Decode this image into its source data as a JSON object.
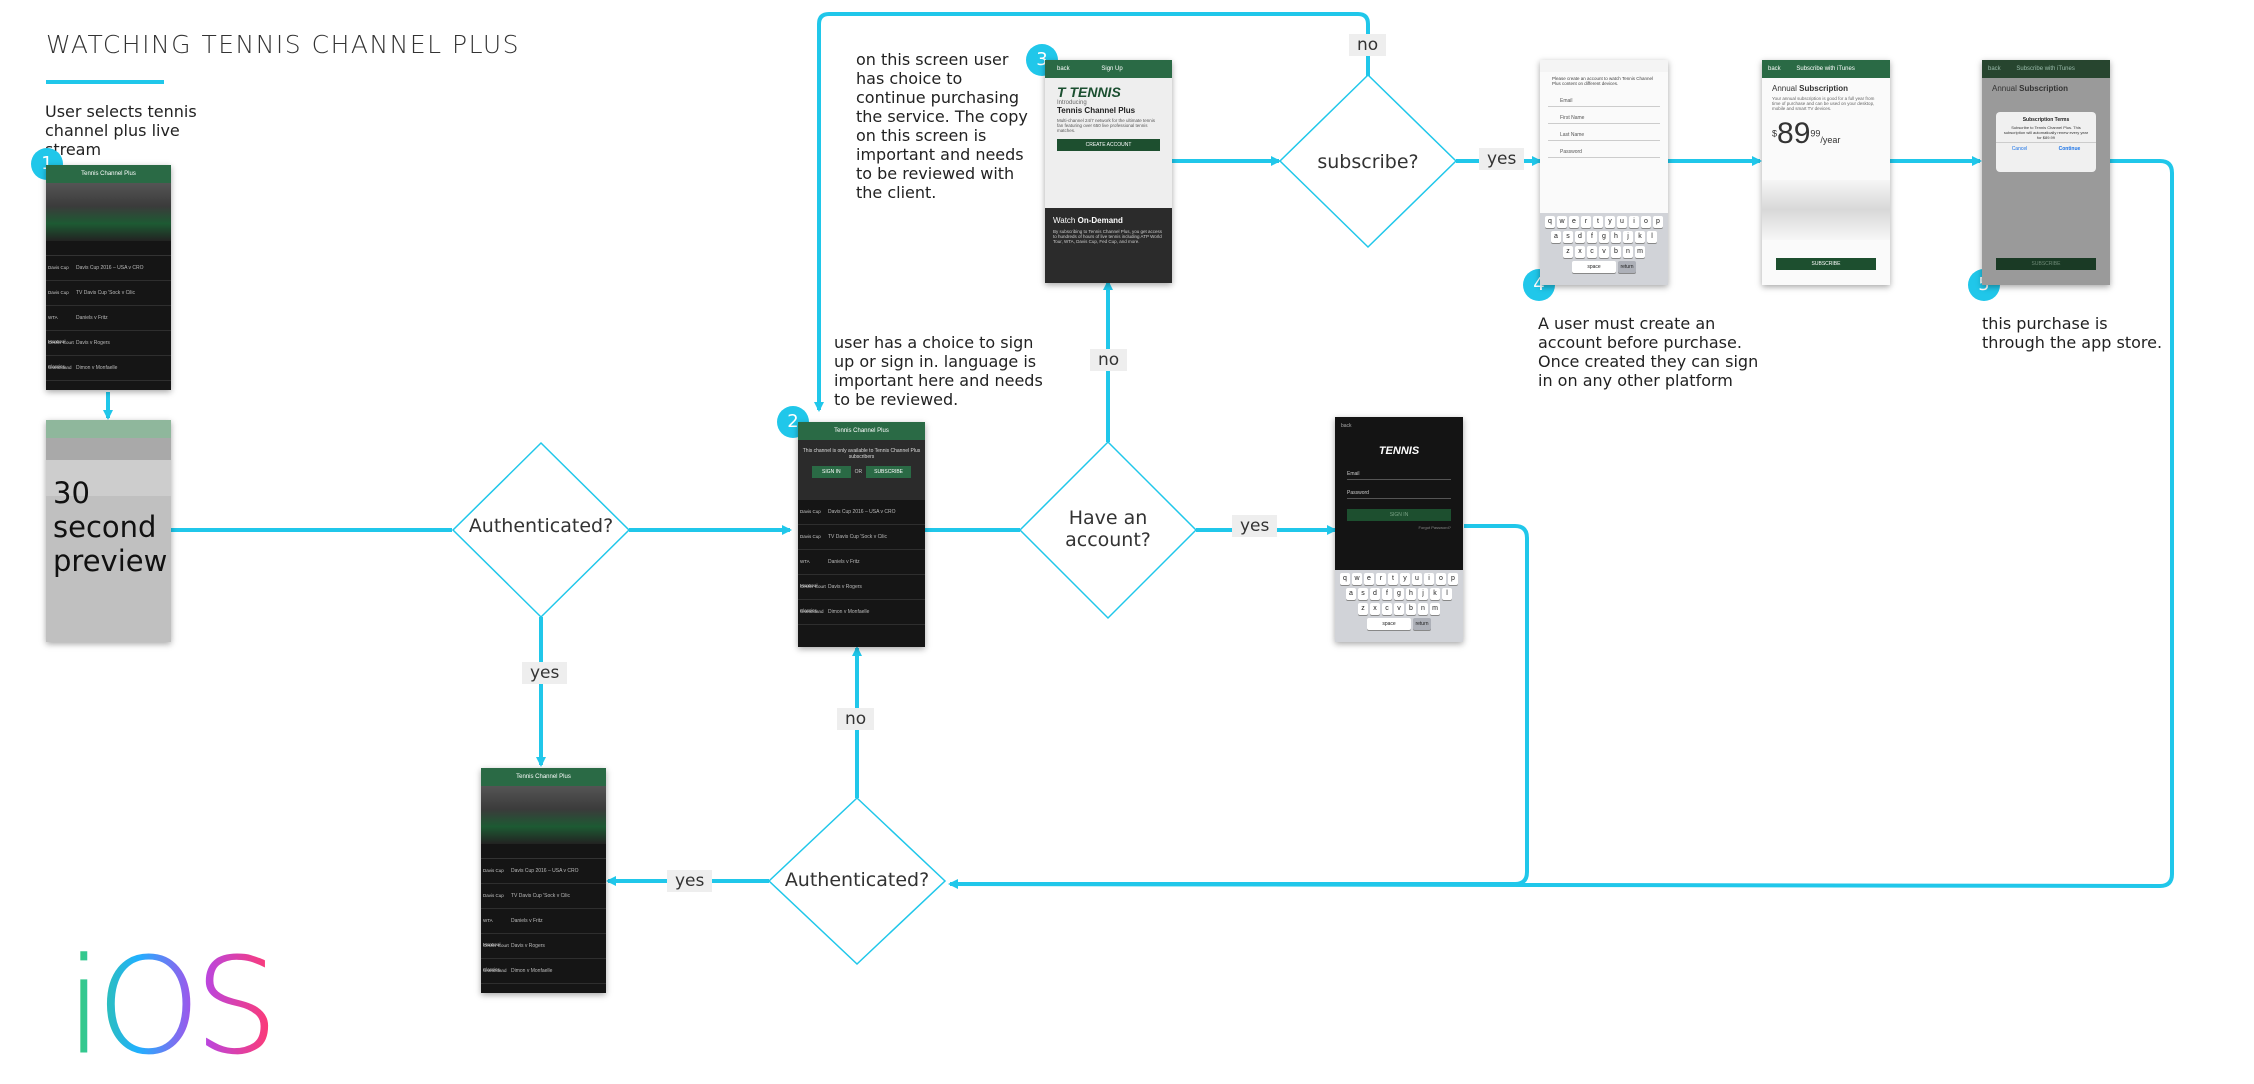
{
  "title": "WATCHING TENNIS CHANNEL PLUS",
  "notes": {
    "start": "User selects tennis channel plus live stream",
    "signin_choice": "user has a choice to sign up or sign in. language is important here and needs to be reviewed.",
    "purchase_choice": "on this screen user has choice to continue purchasing the service. The copy on this screen is important and needs to be reviewed with the client.",
    "create_account": "A user must create an account before purchase. Once created they can sign in on any other platform",
    "app_store": "this purchase is through the app store."
  },
  "badges": [
    "1",
    "2",
    "3",
    "4",
    "5"
  ],
  "decisions": {
    "authenticated_1": "Authenticated?",
    "have_account": "Have an account?",
    "subscribe": "subscribe?",
    "authenticated_2": "Authenticated?"
  },
  "edge_labels": {
    "yes_auth1": "yes",
    "no_to_screen2": "no",
    "no_have_account": "no",
    "yes_have_account": "yes",
    "no_subscribe": "no",
    "yes_subscribe": "yes",
    "yes_auth2": "yes"
  },
  "screens": {
    "live_list": {
      "header": "Tennis Channel Plus",
      "rows": [
        {
          "side": "Davis Cup",
          "text": "Davis Cup 2016 – USA v CRO"
        },
        {
          "side": "Davis Cup",
          "text": "TV Davis Cup 'Sock v Cilic"
        },
        {
          "side": "WTA Montreal",
          "text": "Daniels v Fritz"
        },
        {
          "side": "Center Court Classics",
          "text": "Davis v Rogers"
        },
        {
          "side": "Grandstand",
          "text": "Dimon v Monfaelle"
        }
      ]
    },
    "preview": {
      "overlay": "30 second preview"
    },
    "gate": {
      "header": "Tennis Channel Plus",
      "message": "This channel is only available to Tennis Channel Plus subscribers",
      "sign_in": "SIGN IN",
      "or": "OR",
      "subscribe": "SUBSCRIBE"
    },
    "intro": {
      "nav_left": "back",
      "nav_title": "Sign Up",
      "introducing": "Introducing",
      "product": "Tennis Channel Plus",
      "blurb": "Multi-channel 24/7 network for the ultimate tennis fan featuring over 650 live professional tennis matches.",
      "cta": "CREATE ACCOUNT",
      "od_title_light": "Watch",
      "od_title_bold": "On-Demand",
      "od_blurb": "By subscribing to Tennis Channel Plus, you get access to hundreds of hours of live tennis including ATP World Tour, WTA, Davis Cup, Fed Cup, and more."
    },
    "signin": {
      "nav_left": "back",
      "email": "Email",
      "password": "Password",
      "button": "SIGN IN",
      "forgot": "Forgot Password?"
    },
    "create": {
      "intro": "Please create an account to watch Tennis Channel Plus content on different devices.",
      "fields": [
        "Email",
        "First Name",
        "Last Name",
        "Password"
      ]
    },
    "itunes": {
      "nav_left": "back",
      "nav_title": "Subscribe with iTunes",
      "heading_light": "Annual",
      "heading_bold": "Subscription",
      "blurb": "Your annual subscription is good for a full year from time of purchase and can be used on your desktop, mobile and smart TV devices.",
      "currency": "$",
      "price_main": "89",
      "price_cents": "99",
      "price_period": "/year",
      "button": "SUBSCRIBE"
    },
    "terms": {
      "nav_left": "back",
      "nav_title": "Subscribe with iTunes",
      "heading_light": "Annual",
      "heading_bold": "Subscription",
      "dialog_title": "Subscription Terms",
      "dialog_body": "Subscribe to Tennis Channel Plus. This subscription will automatically renew every year for $89.99",
      "cancel": "Cancel",
      "continue": "Continue",
      "button": "SUBSCRIBE"
    },
    "keyboard": {
      "row1": [
        "q",
        "w",
        "e",
        "r",
        "t",
        "y",
        "u",
        "i",
        "o",
        "p"
      ],
      "row2": [
        "a",
        "s",
        "d",
        "f",
        "g",
        "h",
        "j",
        "k",
        "l"
      ],
      "row3": [
        "z",
        "x",
        "c",
        "v",
        "b",
        "n",
        "m"
      ],
      "space": "space",
      "return": "return"
    }
  },
  "ios_mark": "iOS",
  "colors": {
    "accent": "#20c7ea",
    "brand_green": "#2a6a45"
  }
}
